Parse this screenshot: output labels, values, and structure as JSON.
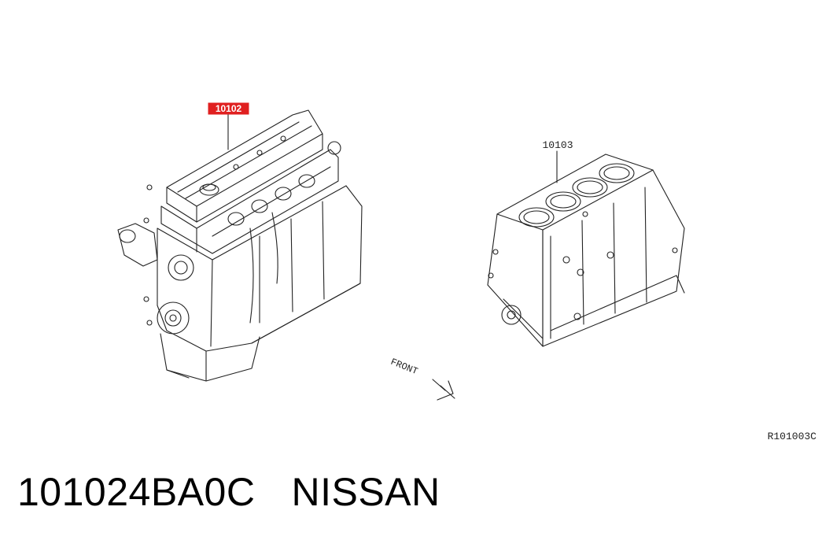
{
  "diagram": {
    "callouts": {
      "complete_engine": "10102",
      "short_block": "10103"
    },
    "direction_label": "FRONT",
    "illustration_code": "R101003C",
    "highlight_color": "#e02020",
    "line_color": "#222222"
  },
  "caption": {
    "part_number": "101024BA0C",
    "brand": "NISSAN"
  }
}
